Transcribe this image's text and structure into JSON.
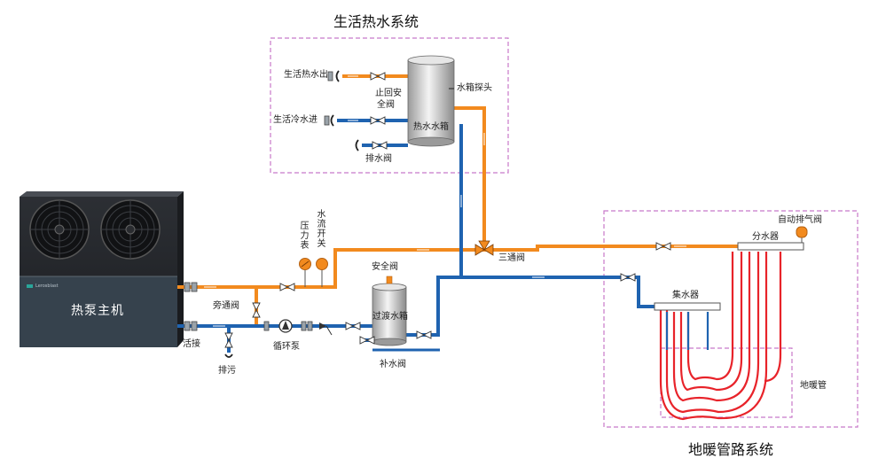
{
  "titles": {
    "hot_water_system": "生活热水系统",
    "floor_heating_system": "地暖管路系统"
  },
  "heat_pump": {
    "name": "热泵主机",
    "brand": "Lerosblast"
  },
  "labels": {
    "domestic_hot_out": "生活热水出",
    "domestic_cold_in": "生活冷水进",
    "check_safety_valve_1": "止回安",
    "check_safety_valve_2": "全阀",
    "drain_valve": "排水阀",
    "hot_tank": "热水水箱",
    "tank_probe": "水箱探头",
    "pressure_gauge": "压力表",
    "flow_switch": "水流开关",
    "three_way_valve": "三通阀",
    "safety_valve": "安全阀",
    "buffer_tank": "过渡水箱",
    "makeup_valve": "补水阀",
    "bypass_valve": "旁通阀",
    "union": "活接",
    "circulation_pump": "循环泵",
    "blowdown": "排污",
    "auto_air_vent": "自动排气阀",
    "distributor": "分水器",
    "collector": "集水器",
    "floor_heating_pipe": "地暖管"
  },
  "colors": {
    "hot_pipe": "#f28a1e",
    "cold_pipe": "#1f63b0",
    "floor_loop": "#e8232a",
    "frame": "#c779c9",
    "unit_body": "#2f3238",
    "unit_lower": "#3a4652"
  }
}
